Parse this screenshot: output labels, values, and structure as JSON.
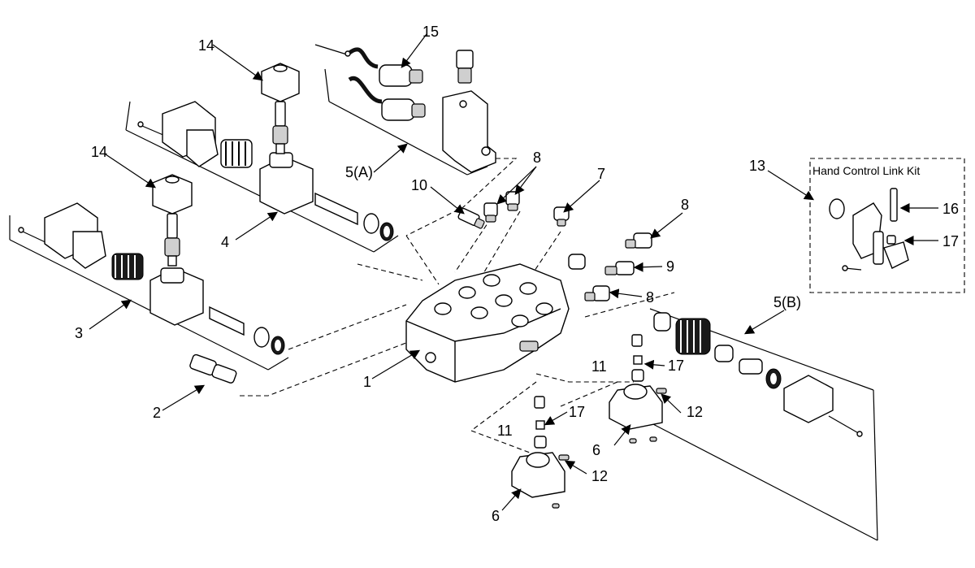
{
  "kit_title": "Hand Control Link Kit",
  "callouts": {
    "c1": "1",
    "c2": "2",
    "c3": "3",
    "c4": "4",
    "c5a": "5(A)",
    "c5b": "5(B)",
    "c6a": "6",
    "c6b": "6",
    "c7": "7",
    "c8a": "8",
    "c8b": "8",
    "c8c": "8",
    "c9": "9",
    "c10": "10",
    "c11a": "11",
    "c11b": "11",
    "c12a": "12",
    "c12b": "12",
    "c13": "13",
    "c14a": "14",
    "c14b": "14",
    "c15": "15",
    "c16": "16",
    "c17a": "17",
    "c17b": "17",
    "c17c": "17"
  },
  "colors": {
    "ink": "#000000",
    "paper": "#ffffff",
    "shade": "#cfcfcf"
  }
}
